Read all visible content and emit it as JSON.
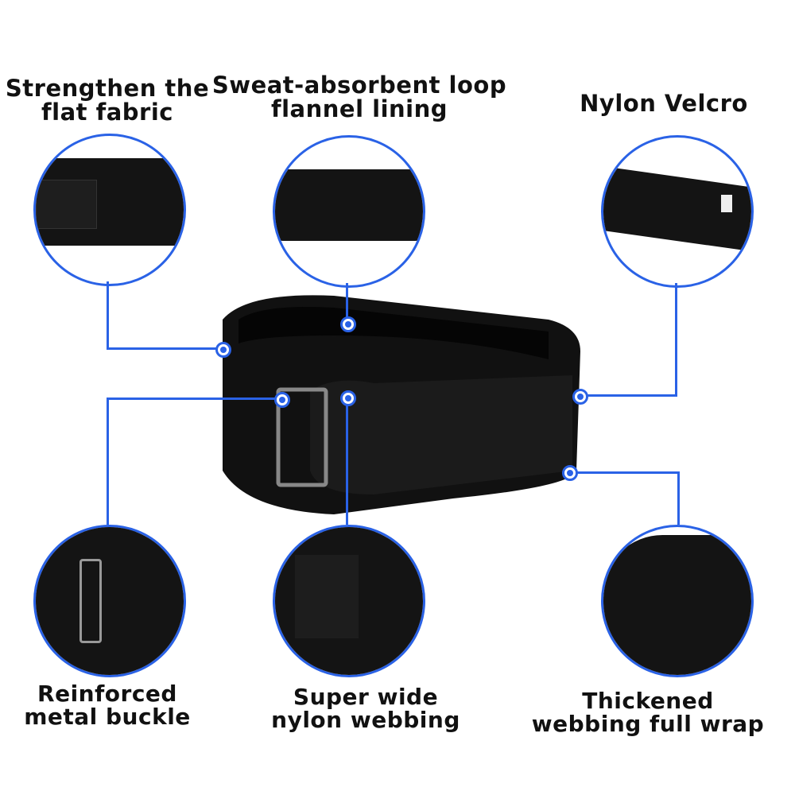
{
  "features": [
    {
      "id": "flat-fabric",
      "label": "Strengthen the\nflat fabric",
      "line1": "Strengthen the",
      "line2": "flat fabric"
    },
    {
      "id": "lining",
      "label": "Sweat-absorbent loop flannel lining",
      "line1": "Sweat-absorbent loop",
      "line2": "flannel lining"
    },
    {
      "id": "velcro",
      "label": "Nylon Velcro",
      "line1": "Nylon Velcro",
      "line2": ""
    },
    {
      "id": "buckle",
      "label": "Reinforced metal buckle",
      "line1": "Reinforced",
      "line2": "metal buckle"
    },
    {
      "id": "webbing",
      "label": "Super wide nylon webbing",
      "line1": "Super wide",
      "line2": "nylon webbing"
    },
    {
      "id": "wrap",
      "label": "Thickened webbing full wrap",
      "line1": "Thickened",
      "line2": "webbing full wrap"
    }
  ],
  "colors": {
    "accent": "#2a62e6",
    "belt": "#141414",
    "text": "#111111"
  }
}
